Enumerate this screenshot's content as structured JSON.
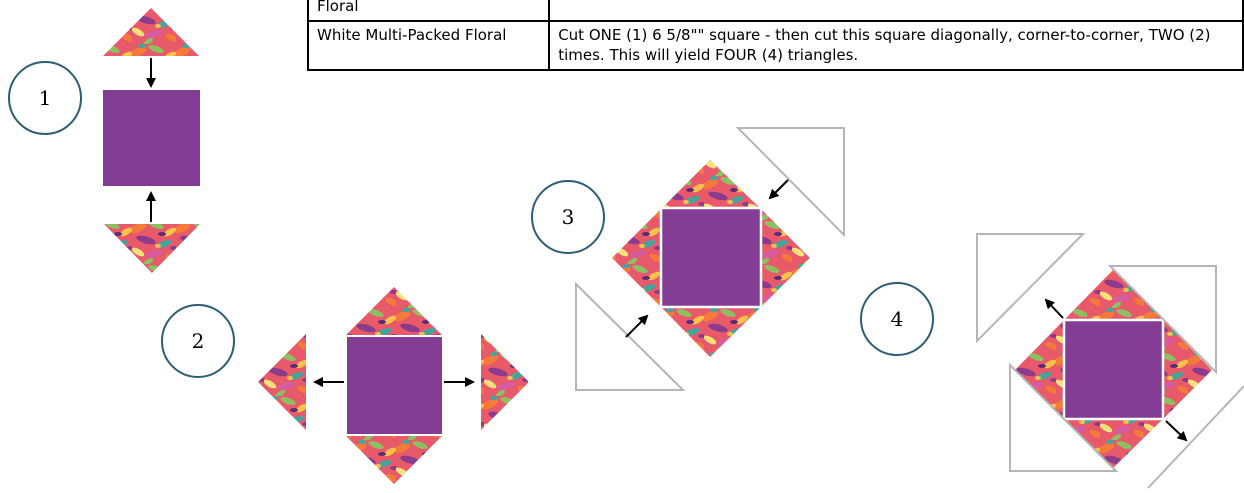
{
  "table": {
    "rows": [
      {
        "fabric": "Floral",
        "instruction": ""
      },
      {
        "fabric": "White Multi-Packed Floral",
        "instruction": "Cut ONE (1) 6 5/8\"\" square - then cut this square diagonally, corner-to-corner, TWO (2) times.  This will yield FOUR (4) triangles."
      }
    ]
  },
  "steps": [
    {
      "number": "1"
    },
    {
      "number": "2"
    },
    {
      "number": "3"
    },
    {
      "number": "4"
    }
  ],
  "colors": {
    "purple": "#833d95",
    "outline_gray": "#b5b5b5",
    "circle_stroke": "#2d5e73",
    "floral_palette": [
      "#e43d5e",
      "#f47a3a",
      "#f7c14b",
      "#8dc063",
      "#8b3a8c",
      "#3fa7a0",
      "#d75b9e",
      "#f1e27a"
    ]
  },
  "icons": [
    "arrow-icon",
    "floral-triangle-icon",
    "outline-triangle-icon",
    "purple-square-icon"
  ]
}
